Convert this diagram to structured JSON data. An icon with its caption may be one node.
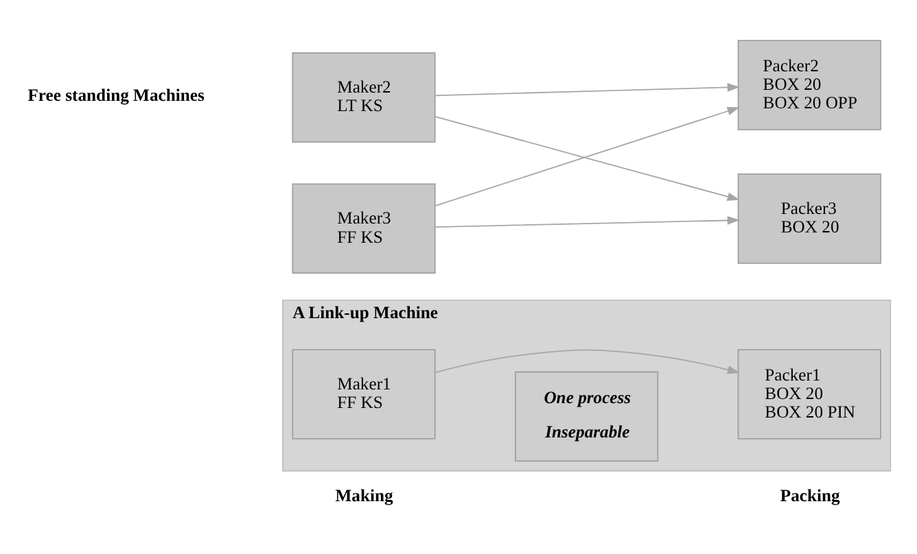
{
  "diagram": {
    "nodes": [
      {
        "text": [
          "A Link-up Machine"
        ]
      },
      {
        "text": [
          "Maker1",
          "FF KS"
        ],
        "in": 0
      },
      {
        "text": [
          "One process",
          "Inseparable"
        ],
        "in": 0
      },
      {
        "text": [
          "Packer1",
          "BOX 20",
          "BOX 20 PIN"
        ],
        "in": 0
      },
      {
        "text": [
          "Maker2",
          "LT KS"
        ]
      },
      {
        "text": [
          "Maker3",
          "FF KS"
        ]
      },
      {
        "text": [
          "Packer2",
          "BOX 20",
          "BOX 20 OPP"
        ]
      },
      {
        "text": [
          "Packer3",
          "BOX 20"
        ]
      }
    ],
    "edges": [
      {
        "from": 1,
        "to": 3,
        "arrow": "to"
      },
      {
        "from": 4,
        "to": 6,
        "arrow": "to"
      },
      {
        "from": 4,
        "to": 7,
        "arrow": "to"
      },
      {
        "from": 5,
        "to": 6,
        "arrow": "to"
      },
      {
        "from": 5,
        "to": 7,
        "arrow": "to"
      }
    ],
    "labels": [
      "Making",
      "Packing",
      "Free standing Machines"
    ]
  }
}
